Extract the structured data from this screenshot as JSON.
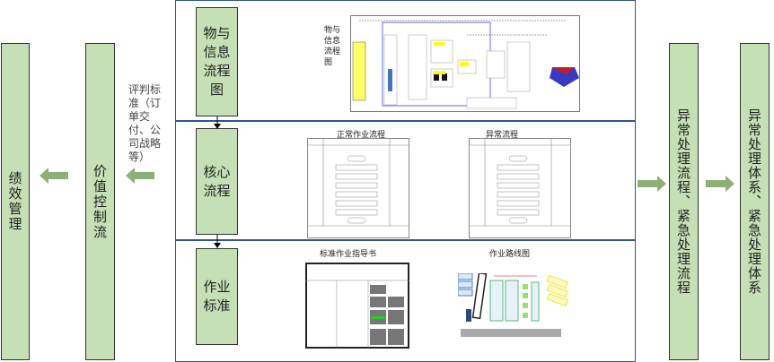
{
  "left": {
    "performance": "绩效管理",
    "value_flow": "价值控制流",
    "criteria_note": "评判标准（订单交付、公司战略等）"
  },
  "center": {
    "sections": [
      {
        "title": "物与信息流程图",
        "images": [
          {
            "caption": "物与信息流程图"
          }
        ]
      },
      {
        "title": "核心流程",
        "images": [
          {
            "caption": "正常作业流程"
          },
          {
            "caption": "异常流程"
          }
        ]
      },
      {
        "title": "作业标准",
        "images": [
          {
            "caption": "标准作业指导书"
          },
          {
            "caption": "作业路线图"
          }
        ]
      }
    ]
  },
  "right": {
    "abnormal_process": "异常处理流程、紧急处理流程",
    "abnormal_system": "异常处理体系、紧急处理体系"
  },
  "colors": {
    "box_fill": "#c5e0b4",
    "arrow": "#8db078",
    "panel_border": "#2f5597"
  }
}
